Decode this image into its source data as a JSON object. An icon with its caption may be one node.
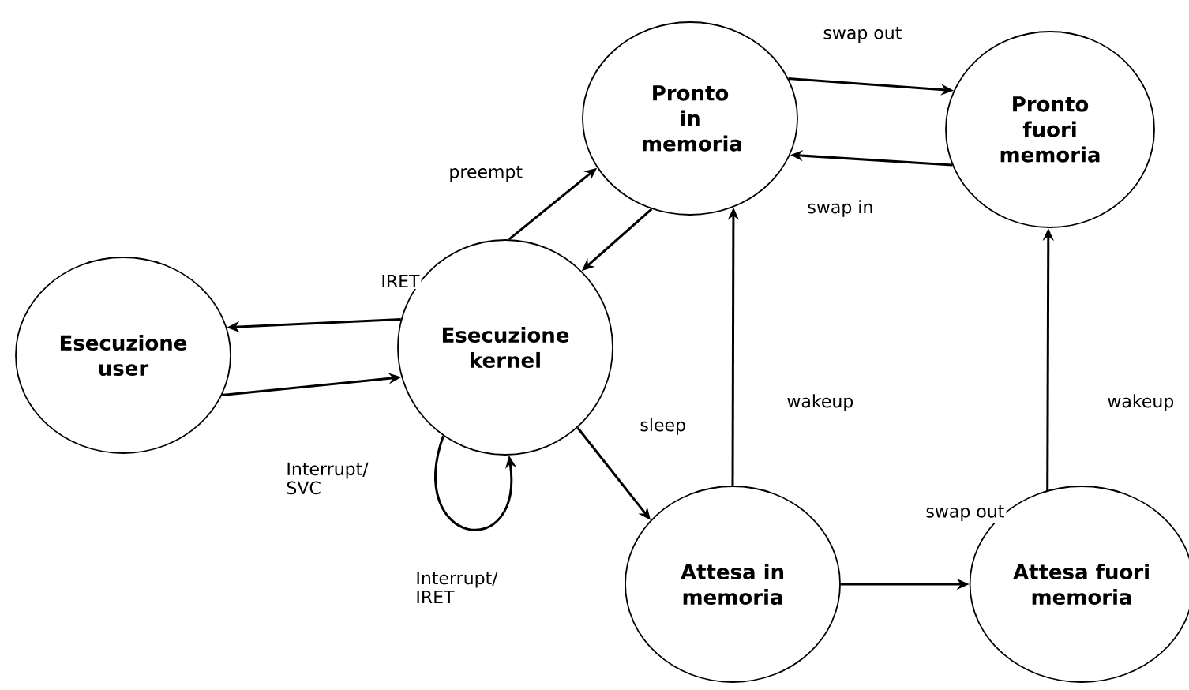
{
  "diagram": {
    "nodes": [
      {
        "text": [
          "Pronto in memoria"
        ]
      },
      {
        "text": [
          "Pronto fuori memoria"
        ]
      },
      {
        "text": [
          "Esecuzione user"
        ]
      },
      {
        "text": [
          "Esecuzione kernel"
        ]
      },
      {
        "text": [
          "Attesa in memoria"
        ]
      },
      {
        "text": [
          "Attesa fuori memoria"
        ]
      }
    ],
    "edges": [
      {
        "from": 0,
        "to": 1,
        "arrow": "to",
        "label": "swap out"
      },
      {
        "from": 1,
        "to": 0,
        "arrow": "to",
        "label": "swap in"
      },
      {
        "from": 3,
        "to": 0,
        "arrow": "to",
        "label": "preempt"
      },
      {
        "from": 0,
        "to": 3,
        "arrow": "to"
      },
      {
        "from": 3,
        "to": 2,
        "arrow": "to",
        "label": "IRET"
      },
      {
        "from": 2,
        "to": 3,
        "arrow": "to",
        "label": "Interrupt/ SVC"
      },
      {
        "from": 3,
        "to": 3,
        "arrow": "to",
        "label": "Interrupt/ IRET"
      },
      {
        "from": 3,
        "to": 4,
        "arrow": "to",
        "label": "sleep"
      },
      {
        "from": 4,
        "to": 0,
        "arrow": "to",
        "label": "wakeup"
      },
      {
        "from": 4,
        "to": 5,
        "arrow": "to",
        "label": "swap out"
      },
      {
        "from": 5,
        "to": 1,
        "arrow": "to",
        "label": "wakeup"
      }
    ]
  }
}
